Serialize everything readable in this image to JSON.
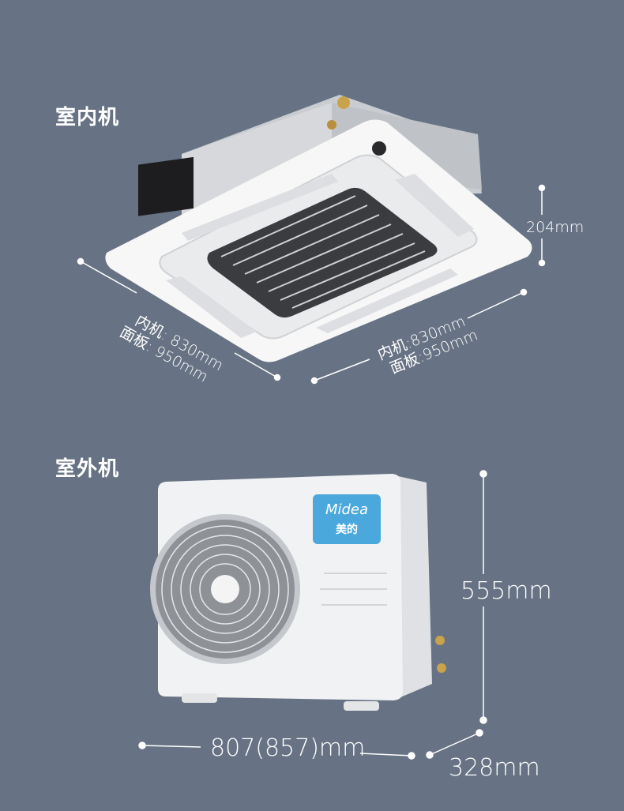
{
  "colors": {
    "background": "#677384",
    "text": "#ffffff",
    "dimension_line": "#ffffff",
    "unit_body": "#f2f3f5",
    "brand_badge": "#4aa8dc"
  },
  "indoor_unit": {
    "section_title": "室内机",
    "height_label": "204mm",
    "left_depth": {
      "line1": "内机: 830mm",
      "line2": "面板: 950mm"
    },
    "right_width": {
      "line1": "内机:830mm",
      "line2": "面板:950mm"
    },
    "image_alt": "cassette-indoor-unit"
  },
  "outdoor_unit": {
    "section_title": "室外机",
    "brand": {
      "logo_text": "Midea",
      "logo_cn": "美的"
    },
    "height_label": "555mm",
    "width_label": "807(857)mm",
    "depth_label": "328mm",
    "image_alt": "outdoor-condenser-unit"
  }
}
